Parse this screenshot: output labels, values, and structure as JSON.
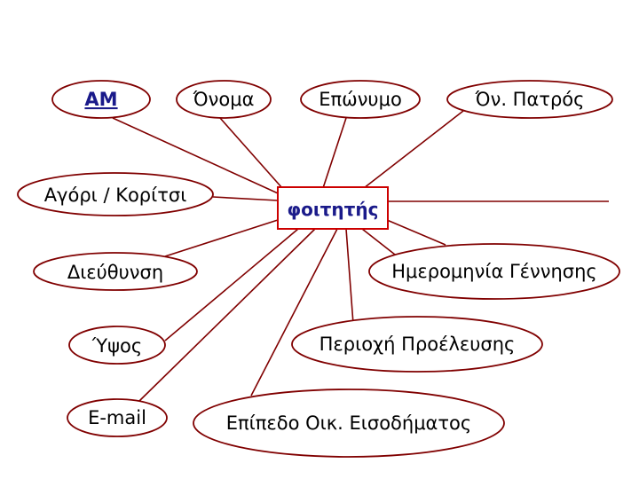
{
  "colors": {
    "line": "#800000",
    "outline": "#800000",
    "entity_border": "#cc0000",
    "entity_text": "#1a1a8a",
    "attr_text": "#000000"
  },
  "entity": {
    "label": "φοιτητής"
  },
  "attributes": [
    {
      "id": "am",
      "label": "ΑΜ",
      "key": true
    },
    {
      "id": "onoma",
      "label": "Όνομα",
      "key": false
    },
    {
      "id": "eponymo",
      "label": "Επώνυμο",
      "key": false
    },
    {
      "id": "on-patros",
      "label": "Όν. Πατρός",
      "key": false
    },
    {
      "id": "agori-koritsi",
      "label": "Αγόρι / Κορίτσι",
      "key": false
    },
    {
      "id": "dieythynsi",
      "label": "Διεύθυνση",
      "key": false
    },
    {
      "id": "hmerominia",
      "label": "Ημερομηνία Γέννησης",
      "key": false
    },
    {
      "id": "ypsos",
      "label": "Ύψος",
      "key": false
    },
    {
      "id": "periochi",
      "label": "Περιοχή Προέλευσης",
      "key": false
    },
    {
      "id": "email",
      "label": "E-mail",
      "key": false
    },
    {
      "id": "eisodima",
      "label": "Επίπεδο Οικ. Εισοδήματος",
      "key": false
    }
  ]
}
